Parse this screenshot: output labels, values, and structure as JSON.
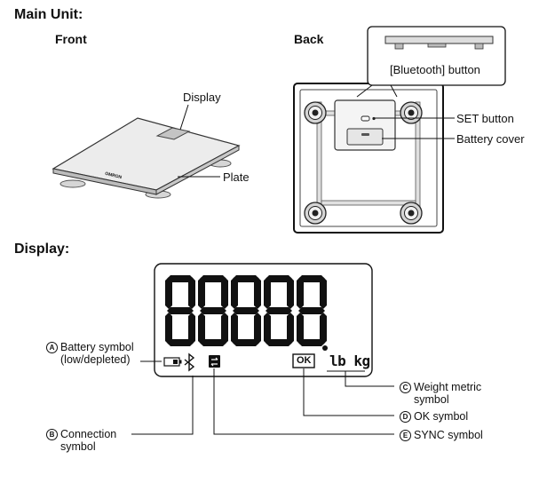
{
  "headings": {
    "main_unit": "Main Unit:",
    "front": "Front",
    "back": "Back",
    "display": "Display:"
  },
  "front_labels": {
    "display": "Display",
    "plate": "Plate",
    "logo": "OMRON"
  },
  "back_labels": {
    "bluetooth_button": "[Bluetooth] button",
    "set_button": "SET button",
    "battery_cover": "Battery cover"
  },
  "display_panel": {
    "digits": "88888",
    "ok_text": "OK",
    "unit_text": "lb kg"
  },
  "callouts": {
    "a": {
      "letter": "A",
      "line1": "Battery symbol",
      "line2": "(low/depleted)"
    },
    "b": {
      "letter": "B",
      "line1": "Connection",
      "line2": "symbol"
    },
    "c": {
      "letter": "C",
      "line1": "Weight metric",
      "line2": "symbol"
    },
    "d": {
      "letter": "D",
      "line1": "OK symbol"
    },
    "e": {
      "letter": "E",
      "line1": "SYNC symbol"
    }
  }
}
